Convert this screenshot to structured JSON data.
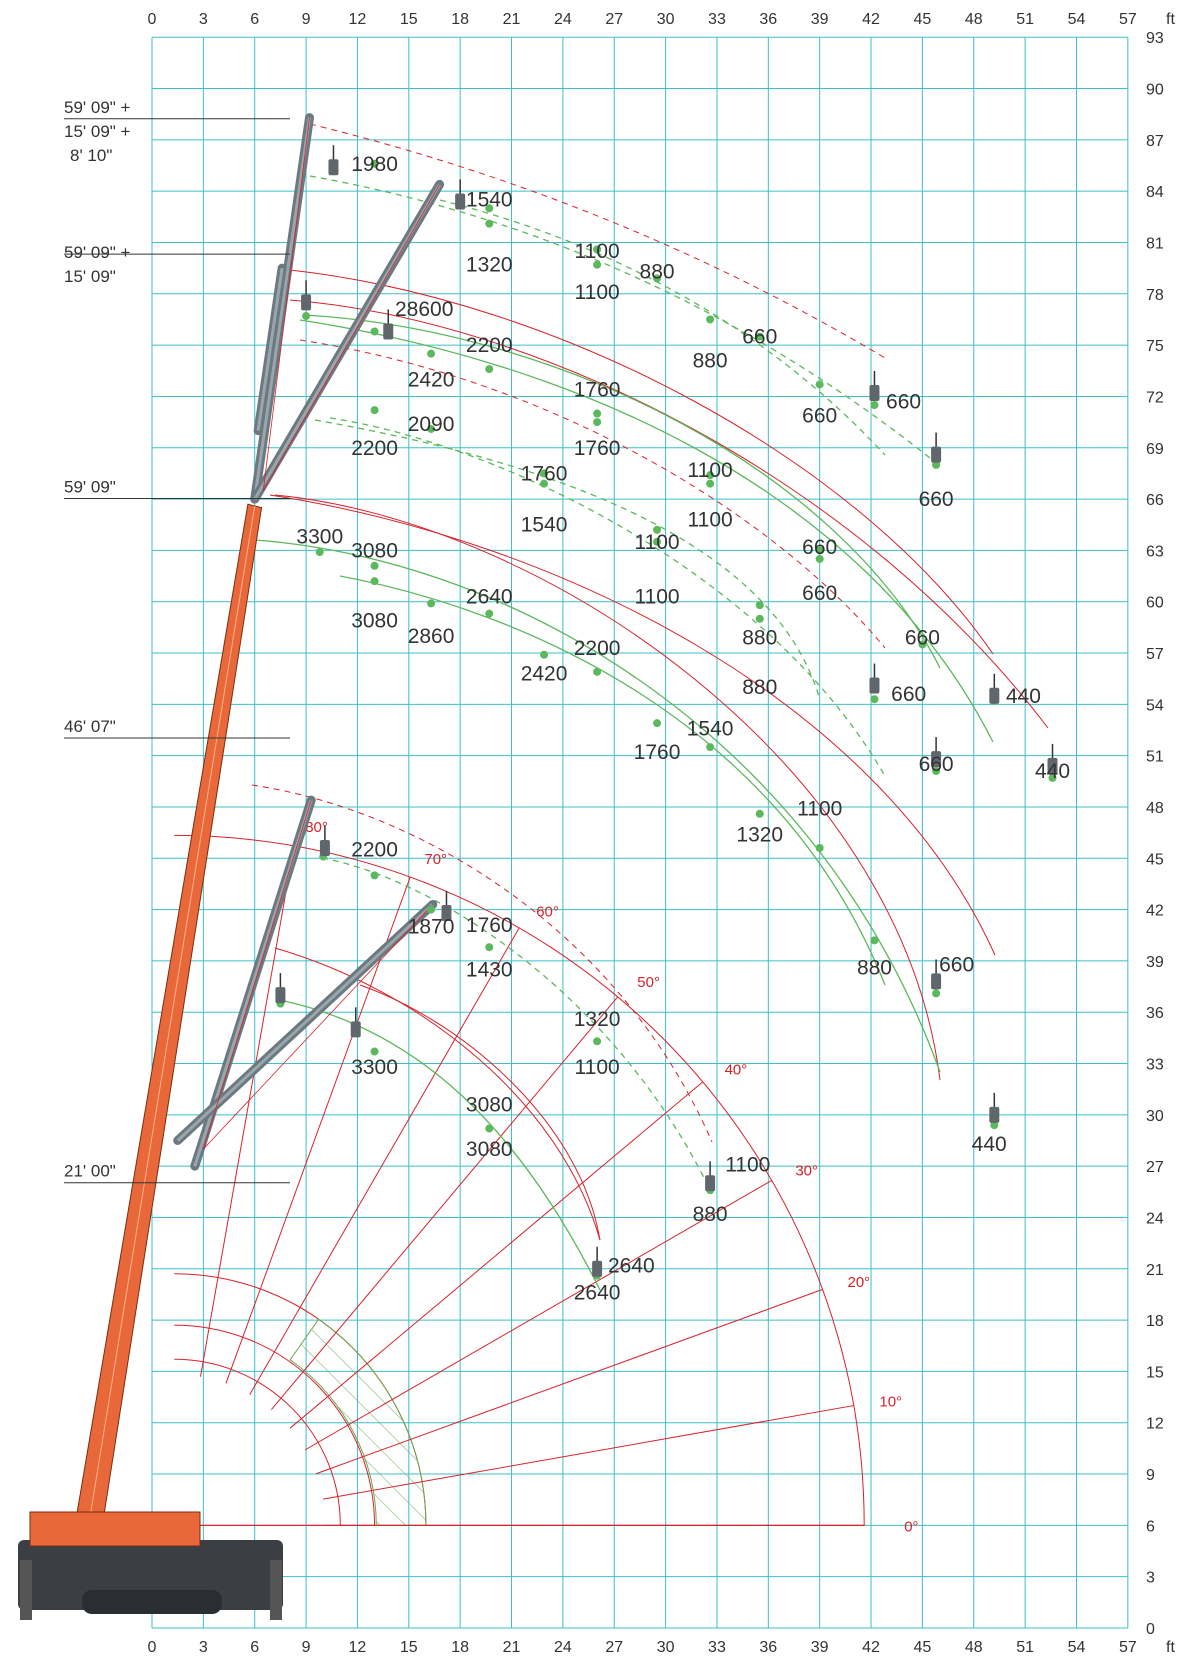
{
  "chart_data": {
    "type": "load-chart",
    "units": {
      "x": "ft",
      "y": "ft"
    },
    "xlim": [
      0,
      57
    ],
    "ylim": [
      0,
      93
    ],
    "x_ticks": [
      0,
      3,
      6,
      9,
      12,
      15,
      18,
      21,
      24,
      27,
      30,
      33,
      36,
      39,
      42,
      45,
      48,
      51,
      54,
      57
    ],
    "y_ticks": [
      0,
      3,
      6,
      9,
      12,
      15,
      18,
      21,
      24,
      27,
      30,
      33,
      36,
      39,
      42,
      45,
      48,
      51,
      54,
      57,
      60,
      63,
      66,
      69,
      72,
      75,
      78,
      81,
      84,
      87,
      90,
      93
    ],
    "grid": true,
    "colors": {
      "grid": "#3cbfc8",
      "radius_limit": "#d9222a",
      "load_path": "#5cb85c",
      "boom": "#e8683a",
      "jib": "#6b7a80",
      "text": "#333333"
    },
    "boom_length_labels": [
      {
        "lines": [
          "59' 09\" +",
          "15' 09\" +",
          "8' 10\""
        ],
        "y": 88
      },
      {
        "lines": [
          "59' 09\" +",
          "15' 09\""
        ],
        "y": 79.5
      },
      {
        "lines": [
          "59' 09\""
        ],
        "y": 66.5
      },
      {
        "lines": [
          "46' 07\""
        ],
        "y": 52.5
      },
      {
        "lines": [
          "21' 00\""
        ],
        "y": 26.5
      }
    ],
    "angle_labels": [
      "80°",
      "70°",
      "60°",
      "50°",
      "40°",
      "30°",
      "20°",
      "10°",
      "0°"
    ],
    "load_labels": [
      {
        "text": "1980",
        "x": 13.0,
        "y": 85.6
      },
      {
        "text": "1540",
        "x": 19.7,
        "y": 83.5
      },
      {
        "text": "1320",
        "x": 19.7,
        "y": 79.7
      },
      {
        "text": "1100",
        "x": 26.0,
        "y": 80.5
      },
      {
        "text": "1100",
        "x": 26.0,
        "y": 78.1
      },
      {
        "text": "880",
        "x": 29.5,
        "y": 79.3
      },
      {
        "text": "660",
        "x": 35.5,
        "y": 75.5
      },
      {
        "text": "880",
        "x": 32.6,
        "y": 74.1
      },
      {
        "text": "660",
        "x": 43.9,
        "y": 71.7
      },
      {
        "text": "660",
        "x": 39.0,
        "y": 70.9
      },
      {
        "text": "660",
        "x": 45.8,
        "y": 66.0
      },
      {
        "text": "28600",
        "x": 15.9,
        "y": 77.1
      },
      {
        "text": "2200",
        "x": 19.7,
        "y": 75.0
      },
      {
        "text": "2420",
        "x": 16.3,
        "y": 73.0
      },
      {
        "text": "2090",
        "x": 16.3,
        "y": 70.4
      },
      {
        "text": "2200",
        "x": 13.0,
        "y": 69.0
      },
      {
        "text": "1760",
        "x": 26.0,
        "y": 72.4
      },
      {
        "text": "1760",
        "x": 26.0,
        "y": 69.0
      },
      {
        "text": "1760",
        "x": 22.9,
        "y": 67.5
      },
      {
        "text": "1540",
        "x": 22.9,
        "y": 64.5
      },
      {
        "text": "1100",
        "x": 32.6,
        "y": 67.7
      },
      {
        "text": "1100",
        "x": 32.6,
        "y": 64.8
      },
      {
        "text": "1100",
        "x": 29.5,
        "y": 63.5
      },
      {
        "text": "1100",
        "x": 29.5,
        "y": 60.3
      },
      {
        "text": "660",
        "x": 39.0,
        "y": 63.2
      },
      {
        "text": "660",
        "x": 39.0,
        "y": 60.5
      },
      {
        "text": "880",
        "x": 35.5,
        "y": 57.9
      },
      {
        "text": "880",
        "x": 35.5,
        "y": 55.0
      },
      {
        "text": "660",
        "x": 45.0,
        "y": 57.9
      },
      {
        "text": "660",
        "x": 44.2,
        "y": 54.6
      },
      {
        "text": "660",
        "x": 45.8,
        "y": 50.5
      },
      {
        "text": "440",
        "x": 50.9,
        "y": 54.5
      },
      {
        "text": "440",
        "x": 52.6,
        "y": 50.1
      },
      {
        "text": "3300",
        "x": 9.8,
        "y": 63.8
      },
      {
        "text": "3080",
        "x": 13.0,
        "y": 63.0
      },
      {
        "text": "3080",
        "x": 13.0,
        "y": 58.9
      },
      {
        "text": "2860",
        "x": 16.3,
        "y": 58.0
      },
      {
        "text": "2640",
        "x": 19.7,
        "y": 60.3
      },
      {
        "text": "2420",
        "x": 22.9,
        "y": 55.8
      },
      {
        "text": "2200",
        "x": 26.0,
        "y": 57.3
      },
      {
        "text": "1760",
        "x": 29.5,
        "y": 51.2
      },
      {
        "text": "1540",
        "x": 32.6,
        "y": 52.6
      },
      {
        "text": "1320",
        "x": 35.5,
        "y": 46.4
      },
      {
        "text": "1100",
        "x": 39.0,
        "y": 47.9
      },
      {
        "text": "880",
        "x": 42.2,
        "y": 38.6
      },
      {
        "text": "660",
        "x": 47.0,
        "y": 38.8
      },
      {
        "text": "440",
        "x": 48.9,
        "y": 28.3
      },
      {
        "text": "2200",
        "x": 13.0,
        "y": 45.5
      },
      {
        "text": "1870",
        "x": 16.3,
        "y": 41.0
      },
      {
        "text": "1760",
        "x": 19.7,
        "y": 41.1
      },
      {
        "text": "1430",
        "x": 19.7,
        "y": 38.5
      },
      {
        "text": "1320",
        "x": 26.0,
        "y": 35.6
      },
      {
        "text": "1100",
        "x": 26.0,
        "y": 32.8
      },
      {
        "text": "1100",
        "x": 34.8,
        "y": 27.1
      },
      {
        "text": "880",
        "x": 32.6,
        "y": 24.2
      },
      {
        "text": "3300",
        "x": 13.0,
        "y": 32.8
      },
      {
        "text": "3080",
        "x": 19.7,
        "y": 30.6
      },
      {
        "text": "3080",
        "x": 19.7,
        "y": 28.0
      },
      {
        "text": "2640",
        "x": 28.0,
        "y": 21.2
      },
      {
        "text": "2640",
        "x": 26.0,
        "y": 19.6
      }
    ],
    "load_points": [
      {
        "x": 13.0,
        "y": 85.6
      },
      {
        "x": 19.7,
        "y": 83.0
      },
      {
        "x": 19.7,
        "y": 82.1
      },
      {
        "x": 26.0,
        "y": 80.6
      },
      {
        "x": 26.0,
        "y": 79.7
      },
      {
        "x": 29.5,
        "y": 78.9
      },
      {
        "x": 32.6,
        "y": 76.5
      },
      {
        "x": 35.5,
        "y": 75.5
      },
      {
        "x": 39.0,
        "y": 72.7
      },
      {
        "x": 42.2,
        "y": 71.5
      },
      {
        "x": 45.8,
        "y": 68.0
      },
      {
        "x": 9.0,
        "y": 76.7
      },
      {
        "x": 13.0,
        "y": 75.8
      },
      {
        "x": 16.3,
        "y": 74.5
      },
      {
        "x": 19.7,
        "y": 73.6
      },
      {
        "x": 26.0,
        "y": 71.0
      },
      {
        "x": 26.0,
        "y": 70.5
      },
      {
        "x": 32.6,
        "y": 67.4
      },
      {
        "x": 32.6,
        "y": 66.9
      },
      {
        "x": 39.0,
        "y": 63.0
      },
      {
        "x": 39.0,
        "y": 62.5
      },
      {
        "x": 45.0,
        "y": 57.5
      },
      {
        "x": 49.2,
        "y": 54.2
      },
      {
        "x": 52.6,
        "y": 49.7
      },
      {
        "x": 13.0,
        "y": 71.2
      },
      {
        "x": 16.3,
        "y": 70.1
      },
      {
        "x": 22.9,
        "y": 67.5
      },
      {
        "x": 22.9,
        "y": 66.9
      },
      {
        "x": 29.5,
        "y": 64.2
      },
      {
        "x": 29.5,
        "y": 63.5
      },
      {
        "x": 35.5,
        "y": 59.8
      },
      {
        "x": 35.5,
        "y": 59.0
      },
      {
        "x": 42.2,
        "y": 54.3
      },
      {
        "x": 45.8,
        "y": 50.1
      },
      {
        "x": 9.8,
        "y": 62.9
      },
      {
        "x": 13.0,
        "y": 62.1
      },
      {
        "x": 13.0,
        "y": 61.2
      },
      {
        "x": 16.3,
        "y": 59.9
      },
      {
        "x": 19.7,
        "y": 59.3
      },
      {
        "x": 22.9,
        "y": 56.9
      },
      {
        "x": 26.0,
        "y": 55.9
      },
      {
        "x": 29.5,
        "y": 52.9
      },
      {
        "x": 32.6,
        "y": 51.5
      },
      {
        "x": 35.5,
        "y": 47.6
      },
      {
        "x": 39.0,
        "y": 45.6
      },
      {
        "x": 42.2,
        "y": 40.2
      },
      {
        "x": 45.8,
        "y": 37.1
      },
      {
        "x": 49.2,
        "y": 29.4
      },
      {
        "x": 10.0,
        "y": 45.1
      },
      {
        "x": 13.0,
        "y": 44.0
      },
      {
        "x": 16.3,
        "y": 42.0
      },
      {
        "x": 19.7,
        "y": 39.8
      },
      {
        "x": 26.0,
        "y": 34.3
      },
      {
        "x": 32.6,
        "y": 25.6
      },
      {
        "x": 7.5,
        "y": 36.5
      },
      {
        "x": 13.0,
        "y": 33.7
      },
      {
        "x": 19.7,
        "y": 29.2
      },
      {
        "x": 26.0,
        "y": 20.6
      }
    ]
  }
}
